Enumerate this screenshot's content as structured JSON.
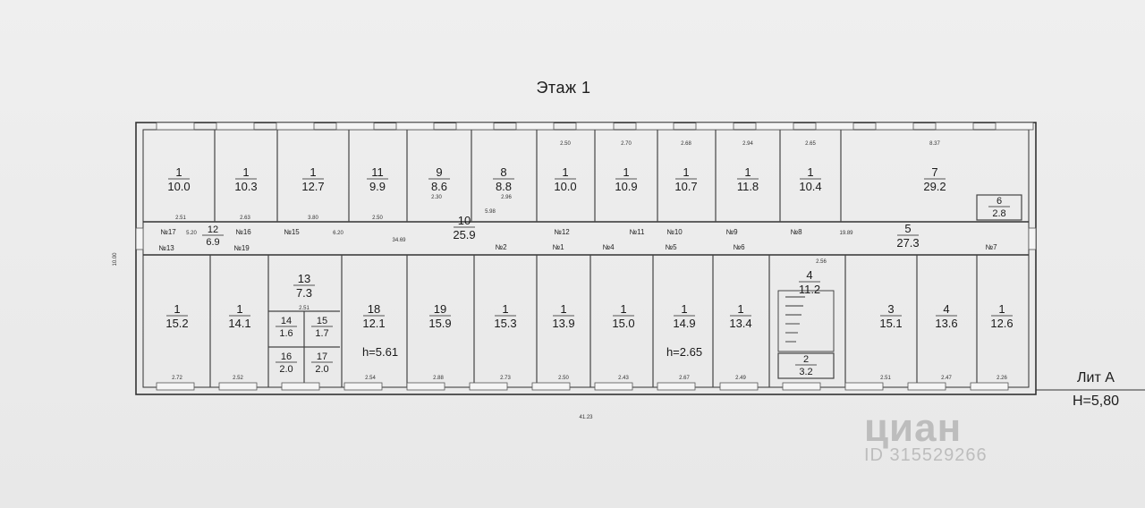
{
  "title": "Этаж 1",
  "lit_label": "Лит A",
  "height_label": "H=5,80",
  "overall_width_dim": "41.23",
  "overall_height_dim": "10.00",
  "watermark": {
    "brand": "циан",
    "id": "ID 315529266"
  },
  "rooms_top": [
    {
      "num": "1",
      "area": "10.0"
    },
    {
      "num": "1",
      "area": "10.3"
    },
    {
      "num": "1",
      "area": "12.7"
    },
    {
      "num": "11",
      "area": "9.9"
    },
    {
      "num": "9",
      "area": "8.6"
    },
    {
      "num": "8",
      "area": "8.8"
    },
    {
      "num": "1",
      "area": "10.0"
    },
    {
      "num": "1",
      "area": "10.9"
    },
    {
      "num": "1",
      "area": "10.7"
    },
    {
      "num": "1",
      "area": "11.8"
    },
    {
      "num": "1",
      "area": "10.4"
    },
    {
      "num": "7",
      "area": "29.2"
    }
  ],
  "rooms_bottom": [
    {
      "num": "1",
      "area": "15.2"
    },
    {
      "num": "1",
      "area": "14.1"
    },
    {
      "num": "13",
      "area": "7.3"
    },
    {
      "num": "18",
      "area": "12.1"
    },
    {
      "num": "19",
      "area": "15.9"
    },
    {
      "num": "1",
      "area": "15.3"
    },
    {
      "num": "1",
      "area": "13.9"
    },
    {
      "num": "1",
      "area": "15.0"
    },
    {
      "num": "1",
      "area": "14.9"
    },
    {
      "num": "1",
      "area": "13.4"
    },
    {
      "num": "4",
      "area": "11.2"
    },
    {
      "num": "3",
      "area": "15.1"
    },
    {
      "num": "4",
      "area": "13.6"
    },
    {
      "num": "1",
      "area": "12.6"
    }
  ],
  "small_rooms": [
    {
      "num": "14",
      "area": "1.6"
    },
    {
      "num": "15",
      "area": "1.7"
    },
    {
      "num": "16",
      "area": "2.0"
    },
    {
      "num": "17",
      "area": "2.0"
    },
    {
      "num": "6",
      "area": "2.8"
    },
    {
      "num": "2",
      "area": "3.2"
    }
  ],
  "corridor": [
    {
      "num": "12",
      "area": "6.9"
    },
    {
      "num": "10",
      "area": "25.9"
    },
    {
      "num": "5",
      "area": "27.3"
    }
  ],
  "ceiling_heights": [
    "h=5.61",
    "h=2.65"
  ],
  "tags": [
    "№17",
    "№16",
    "№15",
    "№13",
    "№19",
    "№12",
    "№2",
    "№1",
    "№11",
    "№4",
    "№10",
    "№5",
    "№9",
    "№6",
    "№8",
    "№7"
  ],
  "dims_top": [
    "2.51",
    "2.63",
    "3.80",
    "2.50",
    "2.96",
    "2.50",
    "2.70",
    "2.68",
    "2.94",
    "2.65",
    "8.37",
    "2.30",
    "5.98"
  ],
  "dims_bottom": [
    "2.72",
    "2.52",
    "2.54",
    "2.88",
    "2.73",
    "2.50",
    "2.43",
    "2.67",
    "2.49",
    "2.51",
    "2.47",
    "2.26"
  ],
  "dims_corridor": [
    "5.20",
    "6.20",
    "34.69",
    "19.89",
    "2.56",
    "2.51"
  ]
}
